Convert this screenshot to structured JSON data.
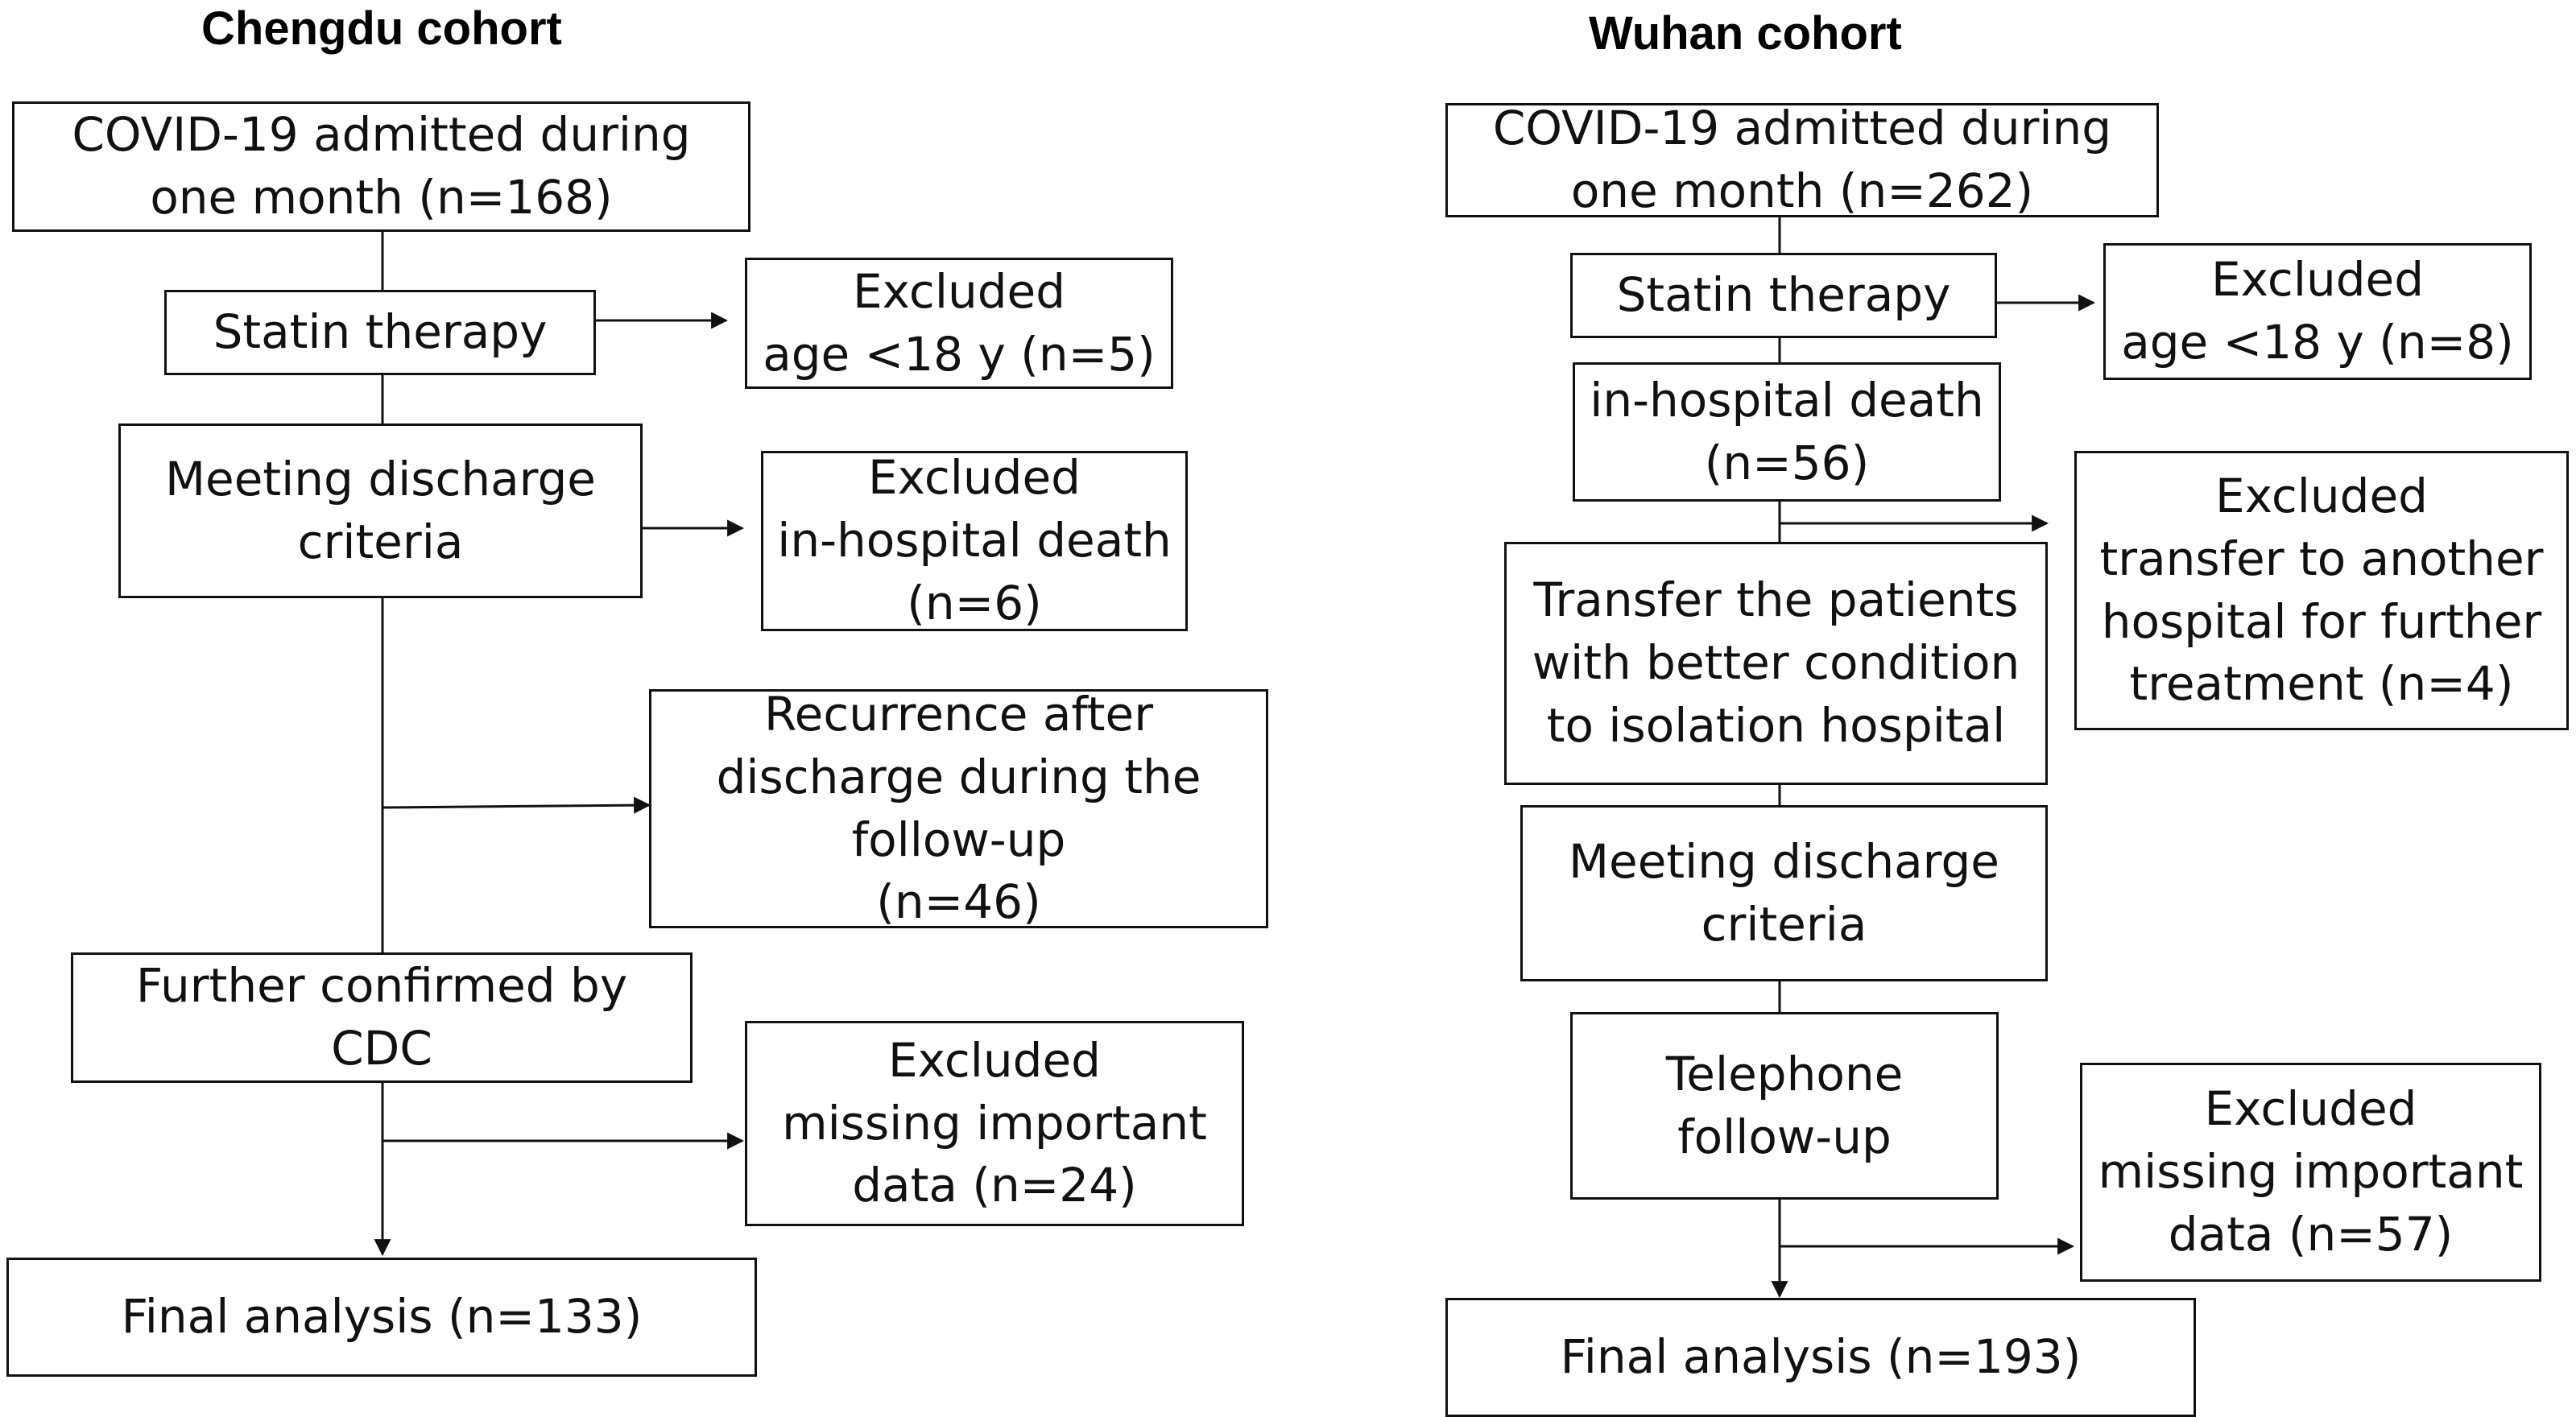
{
  "chengdu": {
    "title": "Chengdu cohort",
    "admitted": "COVID-19 admitted during\none month (n=168)",
    "statin": "Statin therapy",
    "excl_age": "Excluded\nage <18 y (n=5)",
    "discharge": "Meeting discharge\ncriteria",
    "excl_death": "Excluded\nin-hospital death\n(n=6)",
    "recurrence": "Recurrence after\ndischarge during the\nfollow-up\n(n=46)",
    "cdc": "Further confirmed by\nCDC",
    "excl_missing": "Excluded\nmissing important\ndata (n=24)",
    "final": "Final analysis (n=133)"
  },
  "wuhan": {
    "title": "Wuhan cohort",
    "admitted": "COVID-19 admitted during\none month (n=262)",
    "statin": "Statin therapy",
    "excl_age": "Excluded\nage <18 y (n=8)",
    "death": "in-hospital death\n(n=56)",
    "transfer": "Transfer the patients\nwith better condition\nto isolation hospital",
    "excl_transfer": "Excluded\ntransfer to another\nhospital for further\ntreatment (n=4)",
    "discharge": "Meeting discharge\ncriteria",
    "telephone": "Telephone\nfollow-up",
    "excl_missing": "Excluded\nmissing important\ndata (n=57)",
    "final": "Final analysis (n=193)"
  }
}
